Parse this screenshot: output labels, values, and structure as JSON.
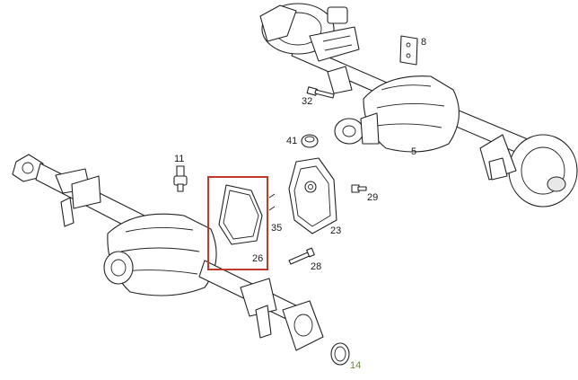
{
  "labels": {
    "part_5": "5",
    "part_8": "8",
    "part_11": "11",
    "part_14": "14",
    "part_23": "23",
    "part_26": "26",
    "part_28": "28",
    "part_29": "29",
    "part_32": "32",
    "part_35": "35",
    "part_41": "41"
  },
  "colors": {
    "highlight_box": "#c0392b",
    "label_14": "#6a8a3a",
    "line": "#222222"
  }
}
